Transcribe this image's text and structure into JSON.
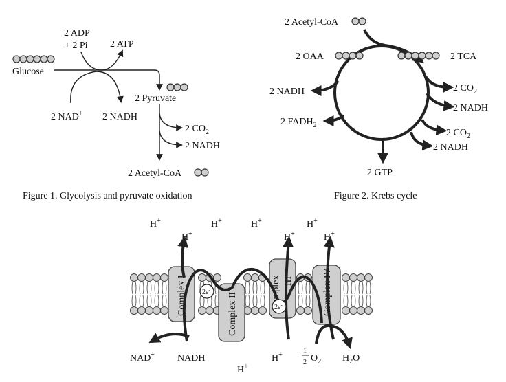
{
  "figure1": {
    "glucose": "Glucose",
    "adp": "2 ADP",
    "pi": "+ 2 Pi",
    "atp": "2 ATP",
    "nad": "2 NAD",
    "nad_sup": "+",
    "nadh": "2 NADH",
    "pyruvate": "2 Pyruvate",
    "co2": "2 CO",
    "co2_sub": "2",
    "nadh2": "2 NADH",
    "acetyl": "2 Acetyl-CoA",
    "caption": "Figure 1. Glycolysis and pyruvate oxidation"
  },
  "figure2": {
    "acetyl": "2 Acetyl-CoA",
    "oaa": "2 OAA",
    "tca": "2 TCA",
    "nadh_left": "2 NADH",
    "fadh": "2 FADH",
    "fadh_sub": "2",
    "co2_a": "2 CO",
    "co2_a_sub": "2",
    "nadh_a": "2 NADH",
    "co2_b": "2 CO",
    "co2_b_sub": "2",
    "nadh_b": "2 NADH",
    "gtp": "2 GTP",
    "caption": "Figure 2. Krebs cycle"
  },
  "figure3": {
    "h": "H",
    "h_sup": "+",
    "complex1": "Complex I",
    "complex2": "Complex II",
    "complex3a": "Complex",
    "complex3b": "III",
    "complex4": "Complex IV",
    "e_label": "2e",
    "e_sup": "-",
    "nad": "NAD",
    "nad_sup": "+",
    "nadh": "NADH",
    "o2_num": "1",
    "o2_den": "2",
    "o2": "O",
    "o2_sub": "2",
    "water": "H",
    "water_sub": "2",
    "water_o": "O"
  }
}
